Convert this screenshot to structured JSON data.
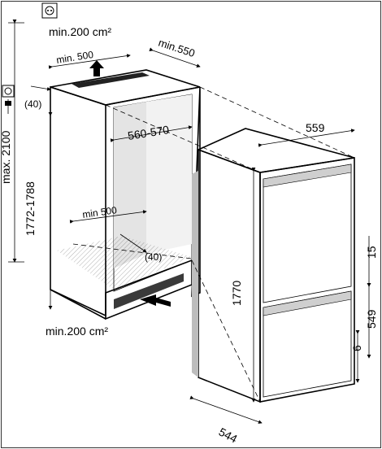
{
  "dimensions": {
    "ventilation_top": "min.200 cm²",
    "ventilation_bottom": "min.200 cm²",
    "top_opening_width": "min. 500",
    "niche_depth": "min.550",
    "clearance_40_top": "(40)",
    "clearance_40_bottom": "(40)",
    "niche_inner_width": "560-570",
    "niche_height": "1772-1788",
    "total_max_height": "max. 2100",
    "bottom_opening_width": "min 500",
    "appliance_width": "559",
    "appliance_height": "1770",
    "appliance_depth": "544",
    "upper_gap": "15",
    "lower_door_height": "549",
    "bottom_gap": "6"
  },
  "icons": [
    "socket-icon",
    "plug-icon",
    "airflow-arrow-up-icon",
    "airflow-arrow-in-icon"
  ]
}
